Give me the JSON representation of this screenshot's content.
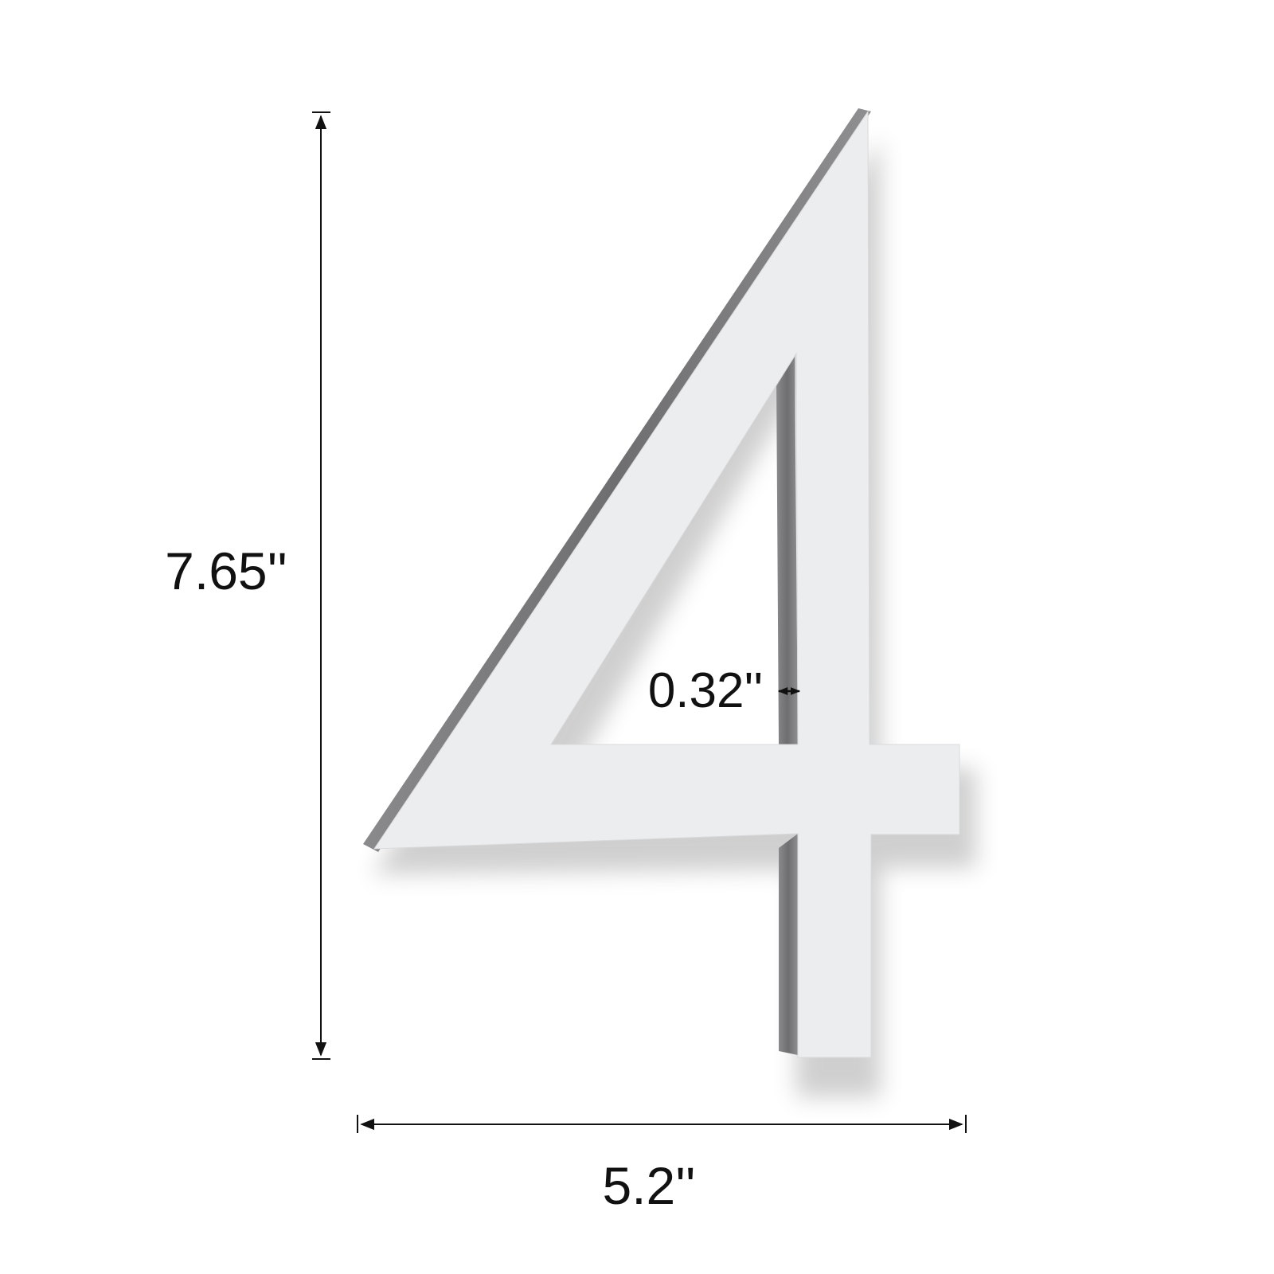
{
  "product": {
    "glyph": "4",
    "face_color": "#ecedee",
    "edge_color": "#7c7c7e",
    "background": "#ffffff"
  },
  "dimensions": {
    "height": "7.65''",
    "width": "5.2''",
    "thickness": "0.32''"
  }
}
